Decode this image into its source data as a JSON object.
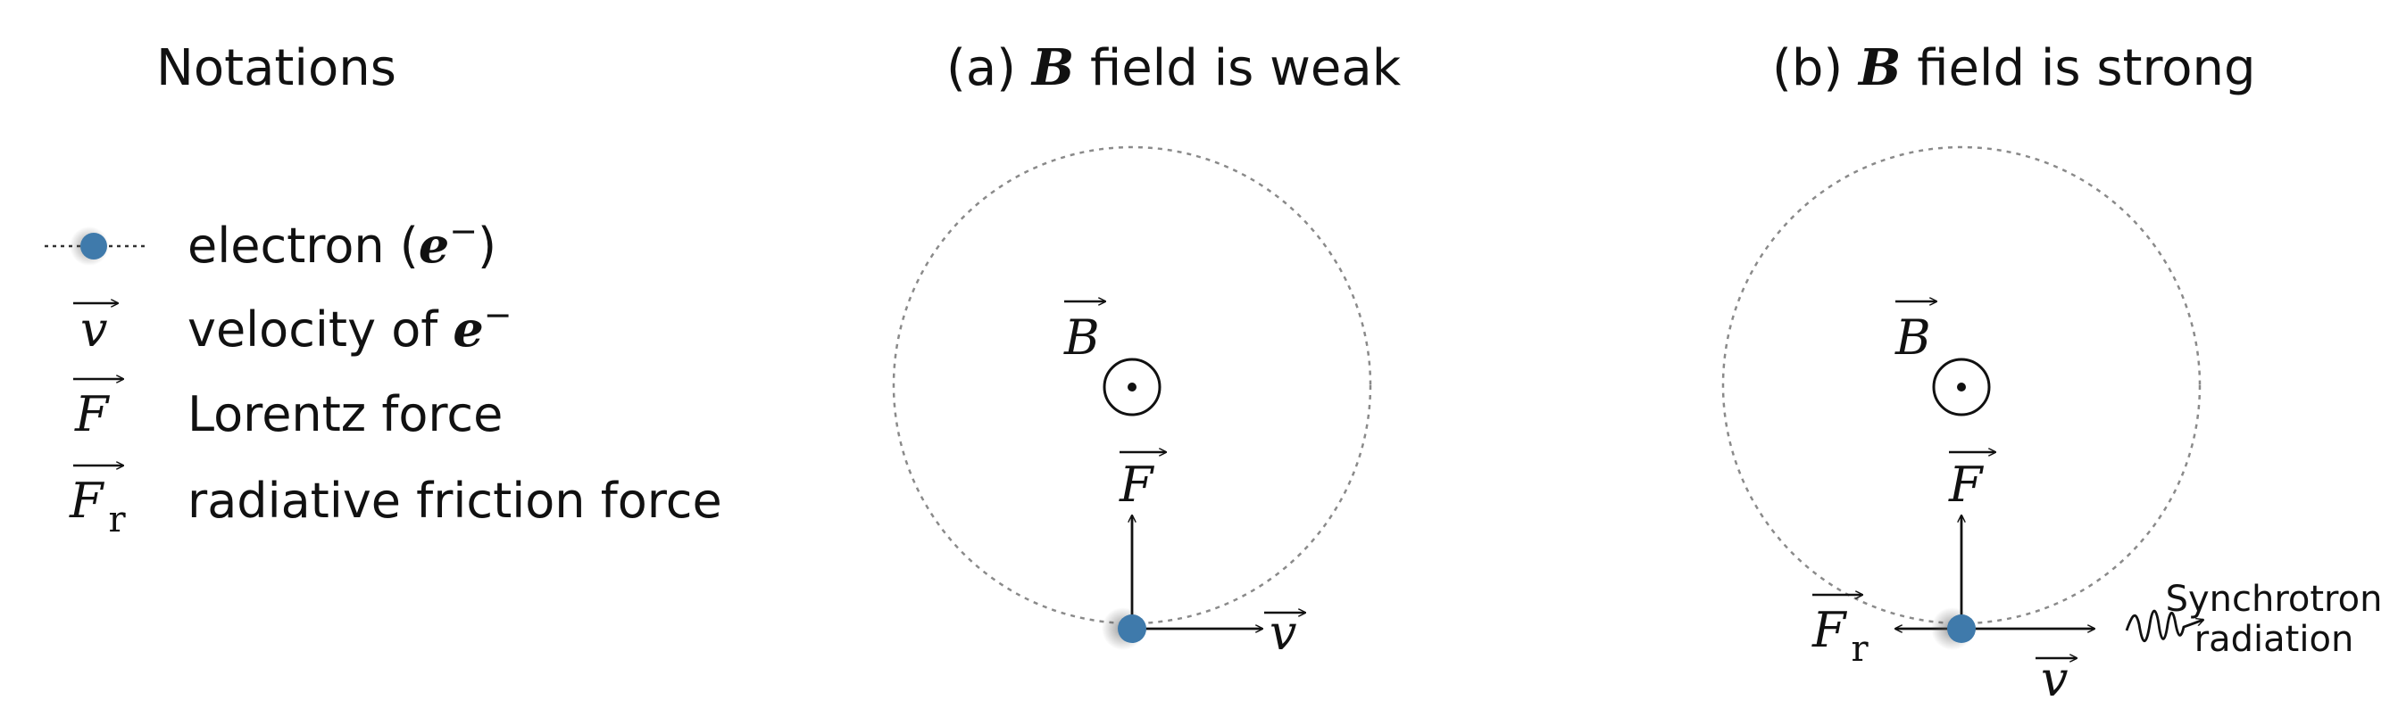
{
  "notations": {
    "title": "Notations",
    "items": [
      {
        "symbol": "electron-marker",
        "label": "electron (",
        "label_math": "e",
        "label_sup": "−",
        "label_end": ")"
      },
      {
        "symbol": "v",
        "label": "velocity of ",
        "label_math": "e",
        "label_sup": "−"
      },
      {
        "symbol": "F",
        "label": "Lorentz force"
      },
      {
        "symbol": "F",
        "symbol_sub": "r",
        "label": "radiative friction force"
      }
    ]
  },
  "panel_a": {
    "title_prefix": "(a) ",
    "title_math": "B",
    "title_suffix": " field is weak",
    "field_symbol": "B",
    "force_symbol": "F",
    "velocity_symbol": "v"
  },
  "panel_b": {
    "title_prefix": "(b) ",
    "title_math": "B",
    "title_suffix": " field is strong",
    "field_symbol": "B",
    "force_symbol": "F",
    "velocity_symbol": "v",
    "friction_symbol": "F",
    "friction_sub": "r",
    "radiation_label_line1": "Synchrotron",
    "radiation_label_line2": "radiation"
  },
  "colors": {
    "electron": "#3f7aab",
    "orbit": "#8a8a8a",
    "ink": "#111111"
  }
}
